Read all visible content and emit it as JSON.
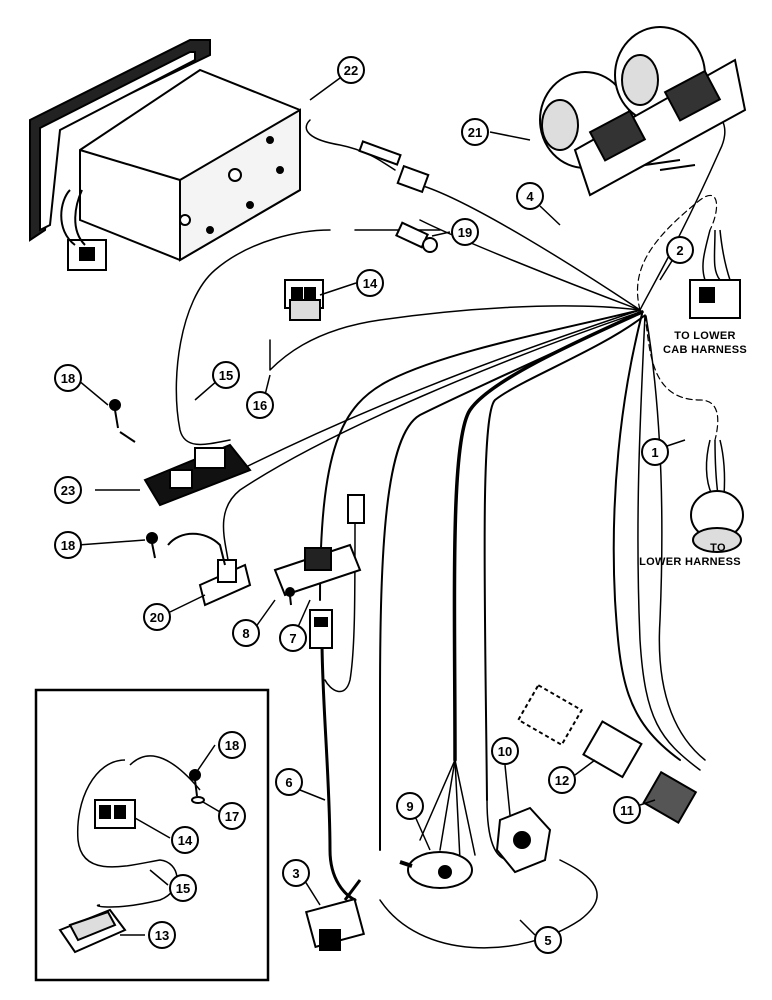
{
  "callouts": {
    "c1": "1",
    "c2": "2",
    "c3": "3",
    "c4": "4",
    "c5": "5",
    "c6": "6",
    "c7": "7",
    "c8": "8",
    "c9": "9",
    "c10": "10",
    "c11": "11",
    "c12": "12",
    "c13": "13",
    "c14a": "14",
    "c14b": "14",
    "c15a": "15",
    "c15b": "15",
    "c16": "16",
    "c17": "17",
    "c18a": "18",
    "c18b": "18",
    "c18c": "18",
    "c19": "19",
    "c20": "20",
    "c21": "21",
    "c22": "22",
    "c23": "23"
  },
  "labels": {
    "cab_line1": "TO LOWER",
    "cab_line2": "CAB HARNESS",
    "lower_line1": "TO",
    "lower_line2": "LOWER HARNESS"
  }
}
